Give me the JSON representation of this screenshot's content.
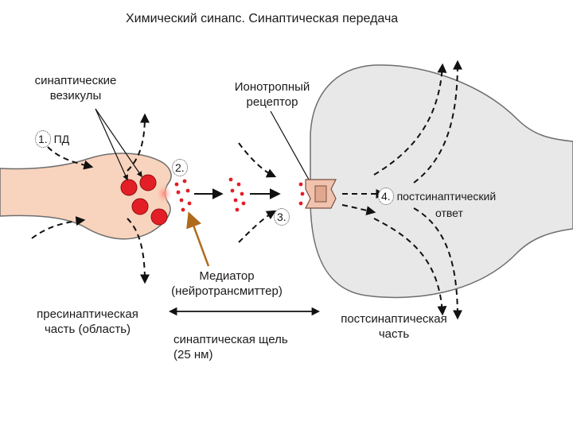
{
  "title": "Химический синапс. Синаптическая передача",
  "labels": {
    "vesicles_line1": "синаптические",
    "vesicles_line2": "везикулы",
    "receptor_line1": "Ионотропный",
    "receptor_line2": "рецептор",
    "mediator_line1": "Медиатор",
    "mediator_line2": "(нейротрансмиттер)",
    "presynaptic_line1": "пресинаптическая",
    "presynaptic_line2": "часть (область)",
    "cleft_line1": "синаптическая щель",
    "cleft_line2": "(25 нм)",
    "postsynaptic_line1": "постсинаптическая",
    "postsynaptic_line2": "часть"
  },
  "steps": [
    {
      "num": "1.",
      "text": "ПД"
    },
    {
      "num": "2.",
      "text": ""
    },
    {
      "num": "3.",
      "text": ""
    },
    {
      "num": "4.",
      "text_line1": "постсинаптический",
      "text_line2": "ответ"
    }
  ],
  "colors": {
    "presynaptic_fill": "#f8d3bd",
    "postsynaptic_fill": "#e8e8e8",
    "vesicle": "#e41e26",
    "mediator_arrow": "#b06a1c",
    "outline": "#6e6e6e"
  }
}
